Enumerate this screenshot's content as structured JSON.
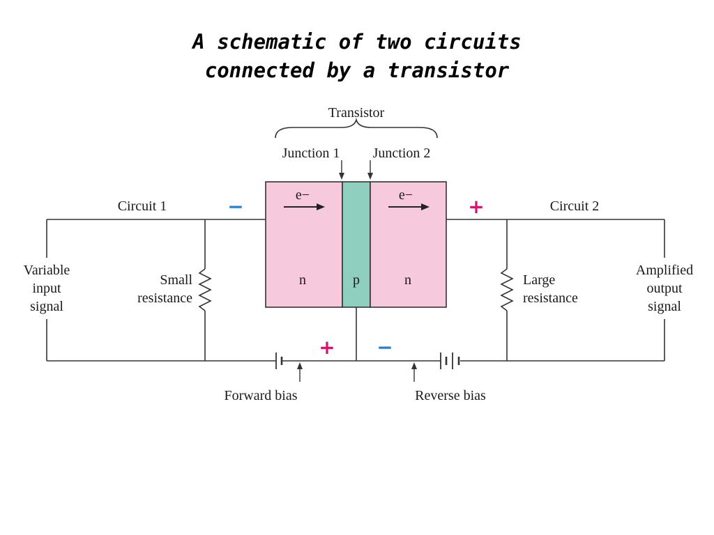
{
  "title": {
    "line1": "A schematic of two circuits",
    "line2": "connected by a transistor"
  },
  "labels": {
    "transistor": "Transistor",
    "junction1": "Junction 1",
    "junction2": "Junction 2",
    "circuit1": "Circuit 1",
    "circuit2": "Circuit 2",
    "electron": "e−",
    "region_n": "n",
    "region_p": "p",
    "variable_input": [
      "Variable",
      "input",
      "signal"
    ],
    "small_resistance": [
      "Small",
      "resistance"
    ],
    "large_resistance": [
      "Large",
      "resistance"
    ],
    "amplified_output": [
      "Amplified",
      "output",
      "signal"
    ],
    "forward_bias": "Forward bias",
    "reverse_bias": "Reverse bias",
    "minus": "−",
    "plus": "+"
  },
  "colors": {
    "n_region": "#f7c9dc",
    "p_region": "#8fcfc0",
    "wire": "#333333",
    "sign": "#d4146e",
    "minus_sign": "#2a7fd4"
  }
}
